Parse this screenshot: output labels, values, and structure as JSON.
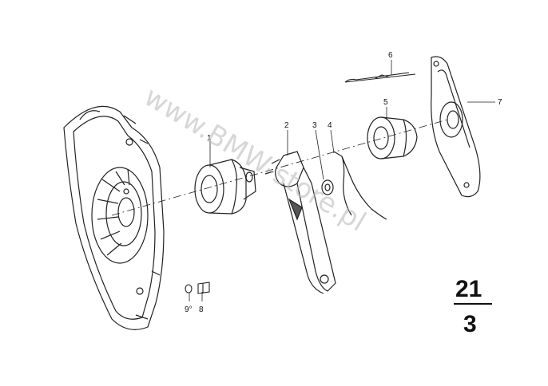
{
  "watermark": "www.BMW-store.pl",
  "group": {
    "main": "21",
    "sub": "3"
  },
  "parts": [
    {
      "id": "1",
      "label": "1"
    },
    {
      "id": "2",
      "label": "2"
    },
    {
      "id": "3",
      "label": "3"
    },
    {
      "id": "4",
      "label": "4"
    },
    {
      "id": "5",
      "label": "5"
    },
    {
      "id": "6",
      "label": "6"
    },
    {
      "id": "7",
      "label": "7"
    },
    {
      "id": "8",
      "label": "8"
    },
    {
      "id": "9",
      "label": "9°"
    }
  ]
}
